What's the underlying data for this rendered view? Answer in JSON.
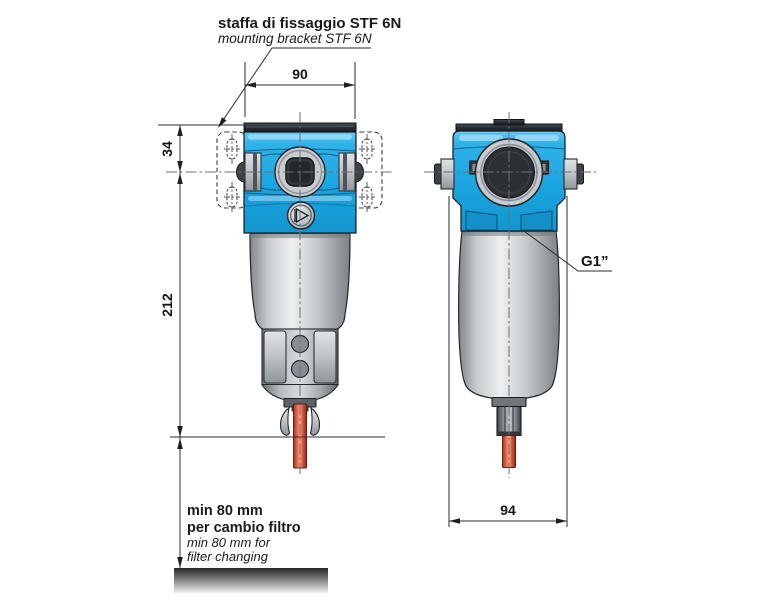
{
  "title_block": {
    "callout_it": "staffa di fissaggio STF 6N",
    "callout_en": "mounting bracket STF 6N",
    "port_label": "G1”",
    "clearance_note": {
      "it1": "min 80 mm",
      "it2": "per cambio filtro",
      "en1": "min 80 mm for",
      "en2": "filter changing"
    }
  },
  "dimensions": {
    "head_width_mm": "90",
    "top_to_port_axis_mm": "34",
    "port_axis_to_drain_mm": "212",
    "bowl_diameter_mm": "94"
  },
  "icons": {
    "brand_logo_icon": "triangle-right-in-circle"
  },
  "colors": {
    "head_blue": "#1BA7E2",
    "head_blue_light": "#6BC8EF",
    "head_blue_dark": "#1295CE",
    "cap_dark": "#272C33",
    "detail_dark": "#33383D",
    "metal_light": "#EDEFF0",
    "metal_dark": "#7B8186",
    "drain_red": "#E4674A",
    "drain_red_light": "#F9A48C",
    "line_color": "#2B2B2B"
  }
}
